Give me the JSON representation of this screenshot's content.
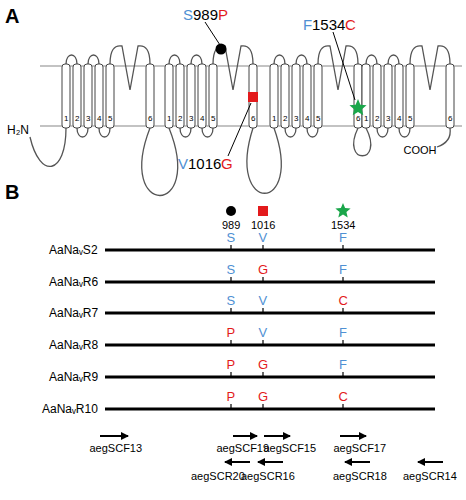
{
  "diagram": {
    "labels": [
      "A",
      "S",
      "989",
      "P",
      "F",
      "1534",
      "C",
      "H₂N",
      "1",
      "2",
      "3",
      "4",
      "5",
      "6",
      "1",
      "2",
      "3",
      "4",
      "5",
      "6",
      "1",
      "2",
      "3",
      "4",
      "5",
      "6",
      "1",
      "2",
      "3",
      "4",
      "5",
      "6",
      "COOH",
      "V",
      "1016",
      "G",
      "B",
      "989",
      "1016",
      "1534",
      "AaNaᵥS2",
      "S",
      "V",
      "F",
      "AaNaᵥR6",
      "S",
      "G",
      "F",
      "AaNaᵥR7",
      "S",
      "V",
      "C",
      "AaNaᵥR8",
      "P",
      "V",
      "F",
      "AaNaᵥR9",
      "P",
      "G",
      "F",
      "AaNaᵥR10",
      "P",
      "G",
      "C",
      "aegSCF13",
      "aegSCF19",
      "aegSCF15",
      "aegSCF17",
      "aegSCR20",
      "aegSCR16",
      "aegSCR18",
      "aegSCR14"
    ]
  }
}
